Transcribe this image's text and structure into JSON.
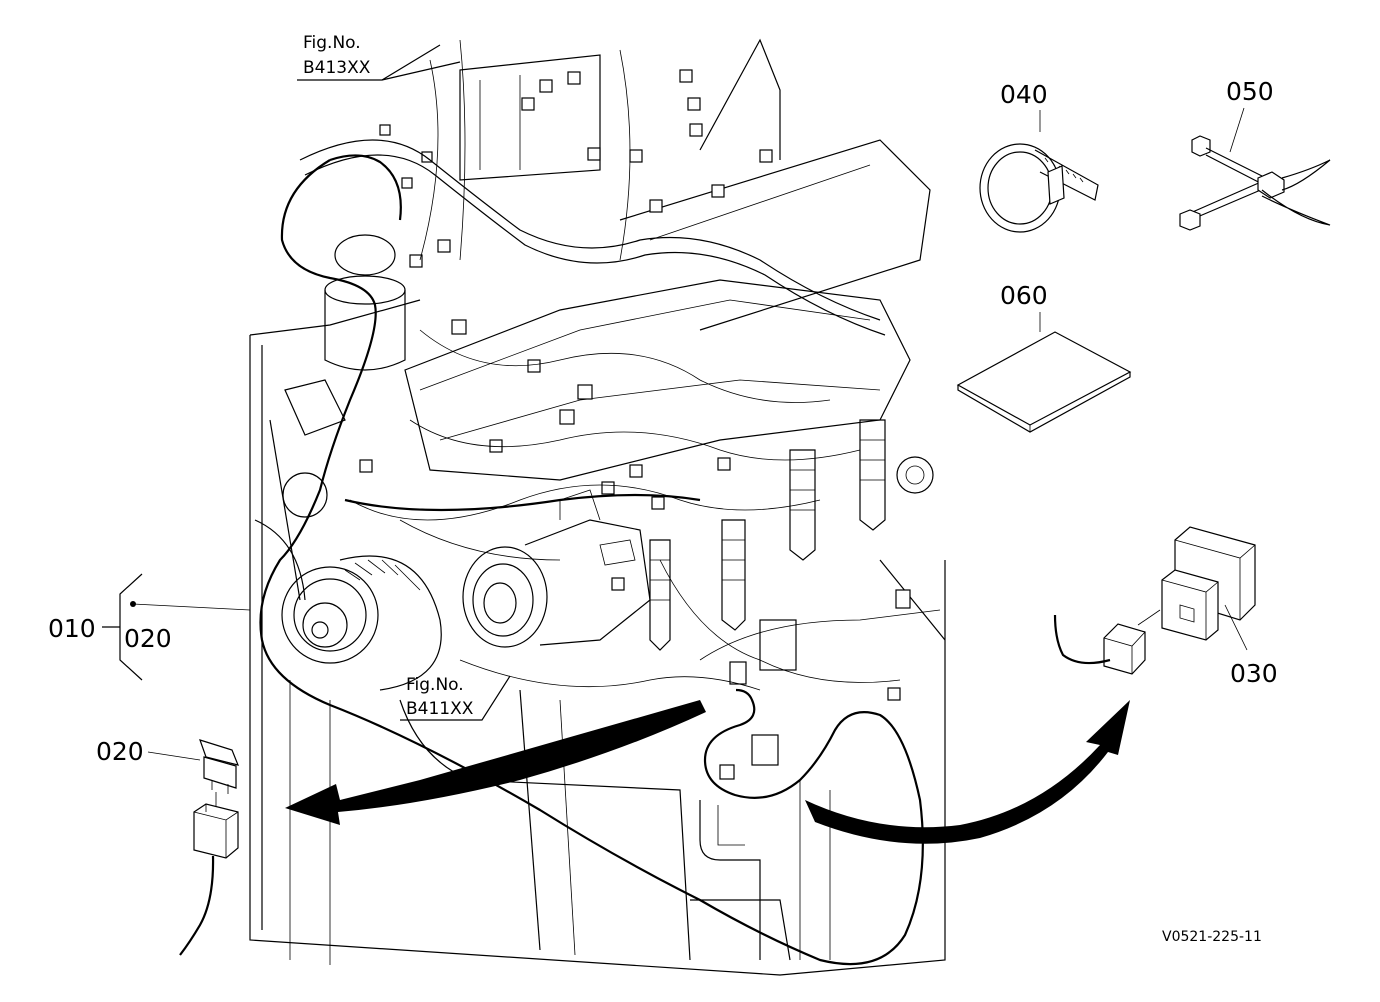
{
  "figure_refs": [
    {
      "id": "top",
      "line1": "Fig.No.",
      "line2": "B413XX"
    },
    {
      "id": "bottom",
      "line1": "Fig.No.",
      "line2": "B411XX"
    }
  ],
  "parts": [
    {
      "id": "010",
      "label": "010"
    },
    {
      "id": "020a",
      "label": "020"
    },
    {
      "id": "020b",
      "label": "020"
    },
    {
      "id": "030",
      "label": "030"
    },
    {
      "id": "040",
      "label": "040"
    },
    {
      "id": "050",
      "label": "050"
    },
    {
      "id": "060",
      "label": "060"
    }
  ],
  "drawing_code": "V0521-225-11"
}
